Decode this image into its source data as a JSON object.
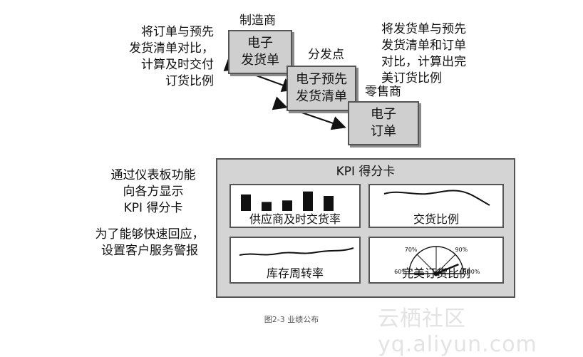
{
  "manufacturer": {
    "label": "制造商",
    "box_line1": "电子",
    "box_line2": "发货单"
  },
  "distribution_point": {
    "label": "分发点",
    "box_line1": "电子预先",
    "box_line2": "发货清单"
  },
  "retailer": {
    "label": "零售商",
    "box_line1": "电子",
    "box_line2": "订单"
  },
  "left_note": [
    "将订单与预先",
    "发货清单对比，",
    "计算及时交付",
    "订货比例"
  ],
  "right_note": [
    "将发货单与预先",
    "发货清单和订单",
    "对比，计算出完",
    "美订货比例"
  ],
  "dashboard_note": [
    "通过仪表板功能",
    "向各方显示",
    "KPI 得分卡"
  ],
  "response_note": [
    "为了能够快速回应，",
    "设置客户服务警报"
  ],
  "scorecard": {
    "title": "KPI 得分卡",
    "panels": {
      "supply_rate": "供应商及时交货率",
      "delivery_ratio": "交货比例",
      "inventory_turnover": "库存周转率",
      "perfect_order": "完美订货比例"
    },
    "supply_bars": [
      0.55,
      0.3,
      0.35,
      0.65,
      0.5
    ],
    "gauge": {
      "ticks": [
        "60%",
        "70%",
        "90%",
        "100%"
      ],
      "needle_percent": 95
    }
  },
  "caption": "图2-3 业绩公布",
  "watermark": "云栖社区 yq.aliyun.com"
}
